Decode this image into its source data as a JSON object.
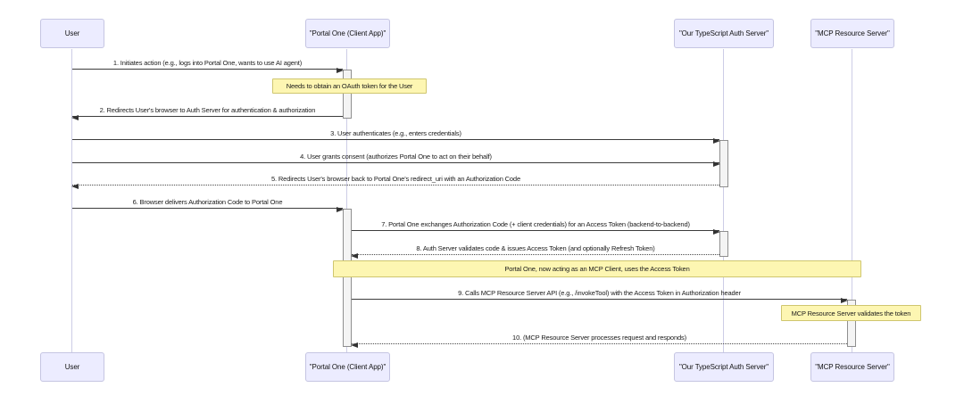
{
  "diagram": {
    "type": "sequence-diagram",
    "participants": [
      {
        "id": "user",
        "label": "User"
      },
      {
        "id": "portal",
        "label": "\"Portal One (Client App)\""
      },
      {
        "id": "auth",
        "label": "\"Our TypeScript Auth Server\""
      },
      {
        "id": "mcp",
        "label": "\"MCP Resource Server\""
      }
    ],
    "messages": [
      {
        "n": 1,
        "text": "1. Initiates action (e.g., logs into Portal One, wants to use AI agent)",
        "from": "user",
        "to": "portal",
        "line": "solid"
      },
      {
        "n": 2,
        "text": "2. Redirects User's browser to Auth Server for authentication & authorization",
        "from": "portal",
        "to": "user",
        "line": "solid"
      },
      {
        "n": 3,
        "text": "3. User authenticates (e.g., enters credentials)",
        "from": "user",
        "to": "auth",
        "line": "solid"
      },
      {
        "n": 4,
        "text": "4. User grants consent (authorizes Portal One to act on their behalf)",
        "from": "user",
        "to": "auth",
        "line": "solid"
      },
      {
        "n": 5,
        "text": "5. Redirects User's browser back to Portal One's redirect_uri with an Authorization Code",
        "from": "auth",
        "to": "user",
        "line": "dotted"
      },
      {
        "n": 6,
        "text": "6. Browser delivers Authorization Code to Portal One",
        "from": "user",
        "to": "portal",
        "line": "solid"
      },
      {
        "n": 7,
        "text": "7. Portal One exchanges Authorization Code (+ client credentials) for an Access Token (backend-to-backend)",
        "from": "portal",
        "to": "auth",
        "line": "solid"
      },
      {
        "n": 8,
        "text": "8. Auth Server validates code & issues Access Token (and optionally Refresh Token)",
        "from": "auth",
        "to": "portal",
        "line": "dotted"
      },
      {
        "n": 9,
        "text": "9. Calls MCP Resource Server API (e.g., /invokeTool) with the Access Token in Authorization header",
        "from": "portal",
        "to": "mcp",
        "line": "solid"
      },
      {
        "n": 10,
        "text": "10. (MCP Resource Server processes request and responds)",
        "from": "mcp",
        "to": "portal",
        "line": "dotted"
      }
    ],
    "notes": [
      {
        "text": "Needs to obtain an OAuth token for the User",
        "over": "portal"
      },
      {
        "text": "Portal One, now acting as an MCP Client, uses the Access Token",
        "over": "portal,mcp"
      },
      {
        "text": "MCP Resource Server validates the token",
        "over": "mcp"
      }
    ],
    "colors": {
      "actor_fill": "#ECECFF",
      "actor_border": "#c5c5e2",
      "note_fill": "#fdf6b2",
      "note_border": "#cfc66f",
      "message_line": "#3c3c3c",
      "lifeline": "#cdcde6",
      "activation_fill": "#f4f4f4",
      "activation_border": "#8f8f8f",
      "background": "#ffffff"
    }
  }
}
